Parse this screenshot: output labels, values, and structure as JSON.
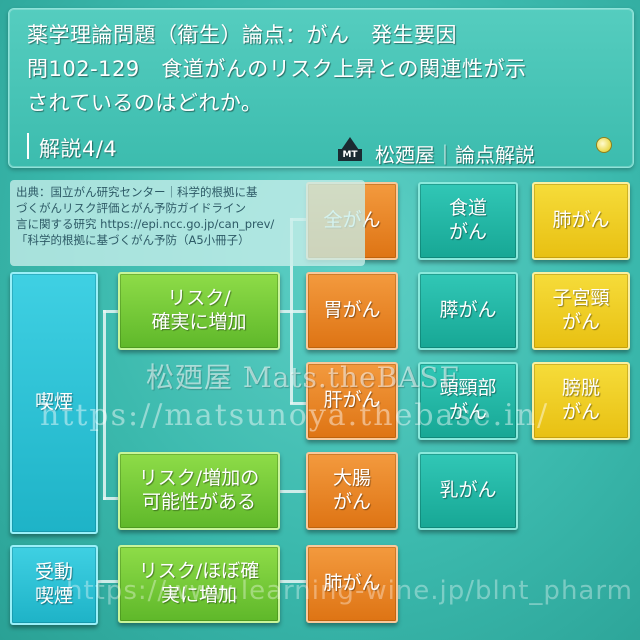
{
  "header": {
    "line1": "薬学理論問題（衛生）論点：がん　発生要因",
    "line2": "問102-129　食道がんのリスク上昇との関連性が示",
    "line3": "されているのはどれか。",
    "line4": "解説4/4",
    "logo_text": "MT",
    "brand": "松廼屋｜論点解説"
  },
  "source_note": {
    "lines": [
      "出典：国立がん研究センター｜科学的根拠に基",
      "づくがんリスク評価とがん予防ガイドライン",
      "言に関する研究 https://epi.ncc.go.jp/can_prev/",
      "「科学的根拠に基づくがん予防（A5小冊子）"
    ]
  },
  "diagram": {
    "smoking": "喫煙",
    "passive_smoking": "受動\n喫煙",
    "risk_certain_increase": "リスク/\n確実に増加",
    "risk_possible_increase": "リスク/増加の\n可能性がある",
    "risk_almost_certain_increase": "リスク/ほぼ確\n実に増加",
    "all_cancer": "全がん",
    "stomach_cancer": "胃がん",
    "liver_cancer": "肝がん",
    "colorectal_cancer": "大腸\nがん",
    "lung_cancer_passive": "肺がん",
    "esophageal_cancer": "食道\nがん",
    "pancreatic_cancer": "膵がん",
    "head_neck_cancer": "頭頸部\nがん",
    "breast_cancer": "乳がん",
    "lung_cancer": "肺がん",
    "cervical_cancer": "子宮頸\nがん",
    "bladder_cancer": "膀胱\nがん"
  },
  "watermarks": {
    "brand": "松廼屋 Mats.theBASE",
    "url": "https://matsunoya.thebase.in/",
    "note_url": "https://www.learning-wine.jp/blnt_pharm"
  }
}
